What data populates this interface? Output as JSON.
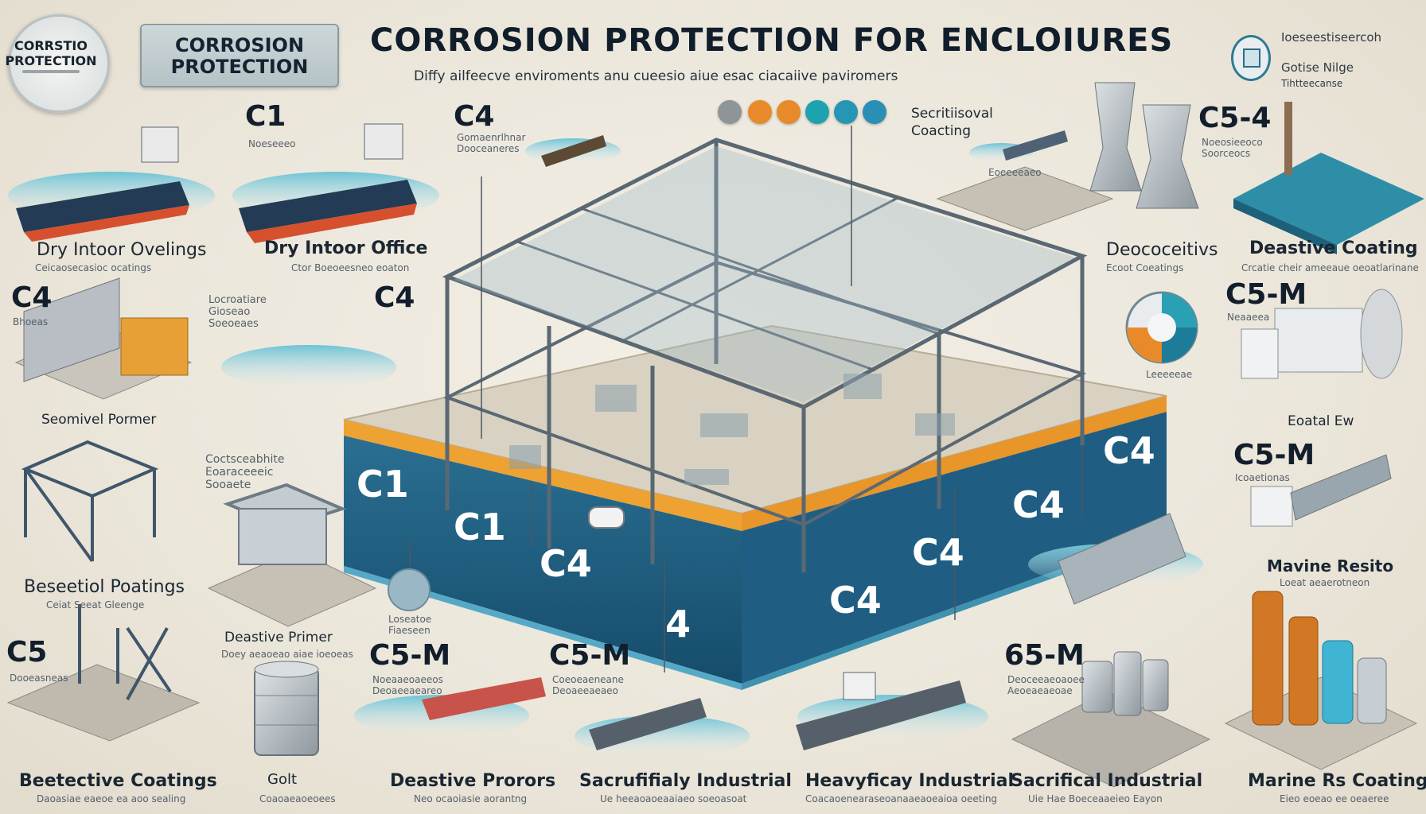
{
  "header": {
    "title": "CORROSION PROTECTION FOR ENCLOIURES",
    "subtitle": "Diffy ailfeecve enviroments anu cueesio aiue esac ciacaiive paviromers",
    "seal_text": "CORRSTIO PROTECTION",
    "badge_text": "CORROSION PROTECTION"
  },
  "top_right_legend": {
    "line1": "Ioeseestiseercoh",
    "line2": "Gotise Nilge",
    "line3": "Tihtteecanse"
  },
  "palette": {
    "title": "Secritiisoval Coacting",
    "colors": [
      "#8f9498",
      "#e98a2a",
      "#e8892a",
      "#1ea3ae",
      "#2796b5",
      "#2a8fb4"
    ]
  },
  "tiles": [
    {
      "id": "t1",
      "code": "",
      "label": "Dry Intoor Ovelings",
      "sub": "Ceicaosecasioc ocatings"
    },
    {
      "id": "t2",
      "code": "C1",
      "caption": "Noeseeeo",
      "label": "Dry Intoor Office",
      "sub": "Ctor Boeoeesneo eoaton"
    },
    {
      "id": "t3",
      "code": "C4",
      "caption": "Gomaenrlhnar Dooceaneres",
      "label": "",
      "sub": ""
    },
    {
      "id": "t4",
      "code": "",
      "label": "Deococeitivs",
      "sub": "Ecoot Coeatings"
    },
    {
      "id": "t5",
      "code": "C5-4",
      "caption": "Noeosieeoco Soorceocs",
      "label": "Deastive Coating",
      "sub": "Crcatie cheir ameeaue oeoatlarinane"
    },
    {
      "id": "t6",
      "code": "C4",
      "caption": "Bhoeas",
      "label": "Seomivel Pormer",
      "sub": ""
    },
    {
      "id": "t7",
      "code": "C4",
      "caption": "Locroatiare Gioseao Soeoeaes",
      "label": "",
      "sub": ""
    },
    {
      "id": "t8",
      "code": "C5-M",
      "caption": "Neaaeea",
      "label": "Eoatal Ew",
      "sub": ""
    },
    {
      "id": "t9",
      "code": "",
      "caption": "Coctsceabhite Eoaraceeeic Sooaete",
      "label": "Beseetiol Poatings",
      "sub": "Ceiat Seeat Gleenge"
    },
    {
      "id": "t10",
      "code": "C5-M",
      "caption": "Icoaetionas",
      "label": "Mavine Resito",
      "sub": "Loeat aeaerotneon"
    },
    {
      "id": "t11",
      "code": "C5",
      "caption": "Dooeasneas",
      "label": "Beetective Coatings",
      "sub": "Daoasiae eaeoe ea aoo sealing"
    },
    {
      "id": "t12",
      "code": "",
      "label": "Golt",
      "sub": "Coaoaeaoeoees"
    },
    {
      "id": "t13",
      "code": "C5-M",
      "caption": "Noeaaeoaeeos Deoaeeaeareo",
      "label": "Deastive Prorors",
      "sub": "Neo ocaoiasie aorantng"
    },
    {
      "id": "t14",
      "code": "C5-M",
      "caption": "Coeoeaeneane Deoaeeaeaeo",
      "label": "Sacrufifialy Industrial",
      "sub": "Ue heeaoaoeaaiaeo soeoasoat"
    },
    {
      "id": "t15",
      "code": "",
      "label": "Heavyficay Industrial",
      "sub": "Coacaoenearaseoanaaeaoeaioa oeeting"
    },
    {
      "id": "t16",
      "code": "65-M",
      "caption": "Deoceeaeoaoee Aeoeaeaeoae",
      "label": "Sacrifical Industrial",
      "sub": "Uie Hae Boeceaaeieo Eayon"
    },
    {
      "id": "t17",
      "code": "",
      "label": "Marine Rs Coatings",
      "sub": "Eieo eoeao ee oeaeree"
    }
  ],
  "center": {
    "primer_label": "Deastive Primer",
    "primer_sub": "Doey aeaoeao aiae ioeoeas",
    "sphere_label": "Loseatoe Fiaeseen",
    "cross_label": "Leeeeeae",
    "ship_label": "Eoeeeeaeo",
    "base_codes": [
      "C1",
      "C1",
      "C4",
      "4",
      "C4",
      "C4",
      "C4",
      "C4"
    ]
  }
}
